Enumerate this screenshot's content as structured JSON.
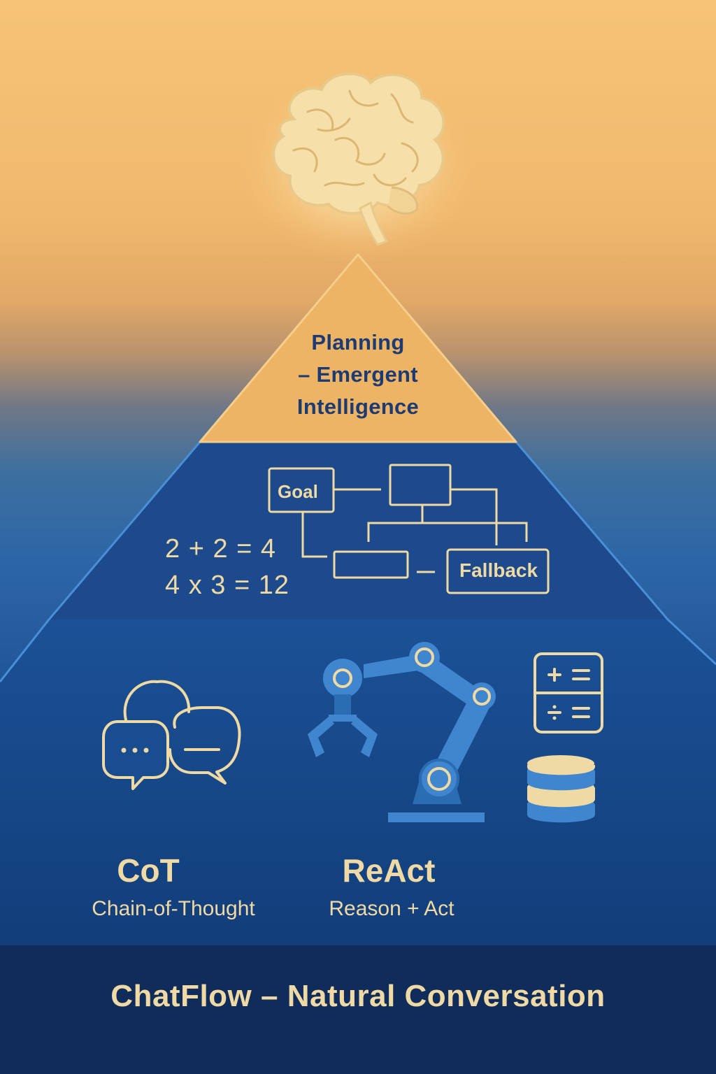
{
  "apex": {
    "line1": "Planning",
    "line2": "– Emergent",
    "line3": "Intelligence"
  },
  "middle": {
    "math_line1": "2 + 2 = 4",
    "math_line2": "4 x 3 = 12",
    "goal_label": "Goal",
    "fallback_label": "Fallback"
  },
  "base": {
    "cot_title": "CoT",
    "cot_subtitle": "Chain-of-Thought",
    "react_title": "ReAct",
    "react_subtitle": "Reason + Act"
  },
  "footer": {
    "title": "ChatFlow – Natural Conversation"
  },
  "colors": {
    "apex_fill": "#eeb465",
    "middle_fill": "#1c4a8c",
    "base_fill": "#17498d",
    "line_gold": "#efd9a4",
    "footer_band": "#102c5a"
  },
  "icons": [
    "brain-icon",
    "chat-bubbles-icon",
    "robotic-arm-icon",
    "calculator-icon",
    "database-icon"
  ]
}
